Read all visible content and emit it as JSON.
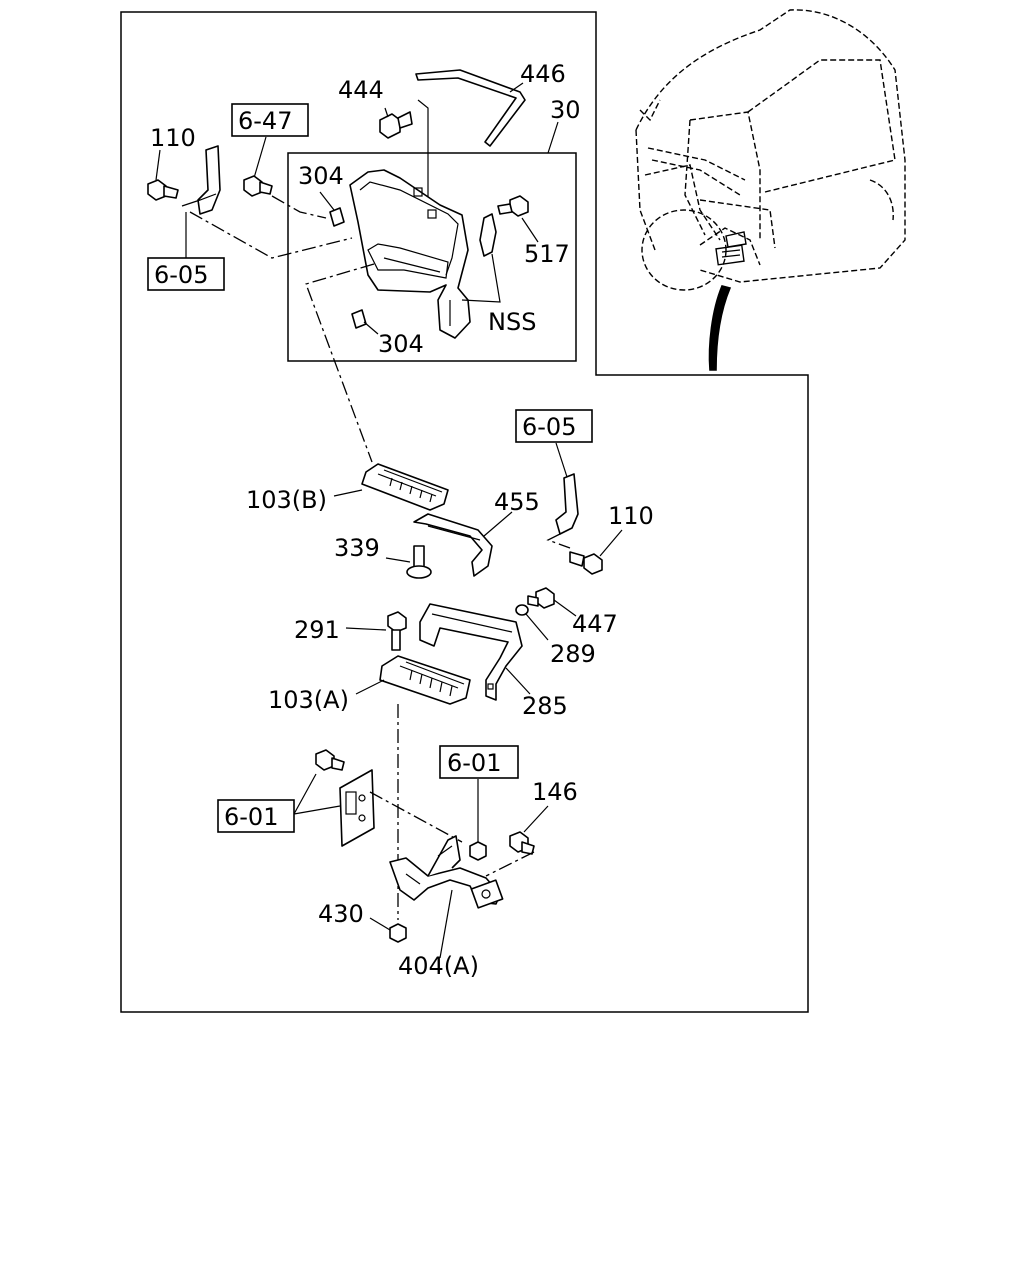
{
  "labels": {
    "p110_top": "110",
    "p6_47": "6-47",
    "p444": "444",
    "p446": "446",
    "p30": "30",
    "p304_top": "304",
    "p517": "517",
    "p6_05_left": "6-05",
    "pNSS": "NSS",
    "p304_bottom": "304",
    "p6_05_right": "6-05",
    "p103B": "103(B)",
    "p455": "455",
    "p110_right": "110",
    "p339": "339",
    "p447": "447",
    "p291": "291",
    "p289": "289",
    "p103A": "103(A)",
    "p285": "285",
    "p6_01_center": "6-01",
    "p146": "146",
    "p6_01_left": "6-01",
    "p430": "430",
    "p404A": "404(A)"
  }
}
